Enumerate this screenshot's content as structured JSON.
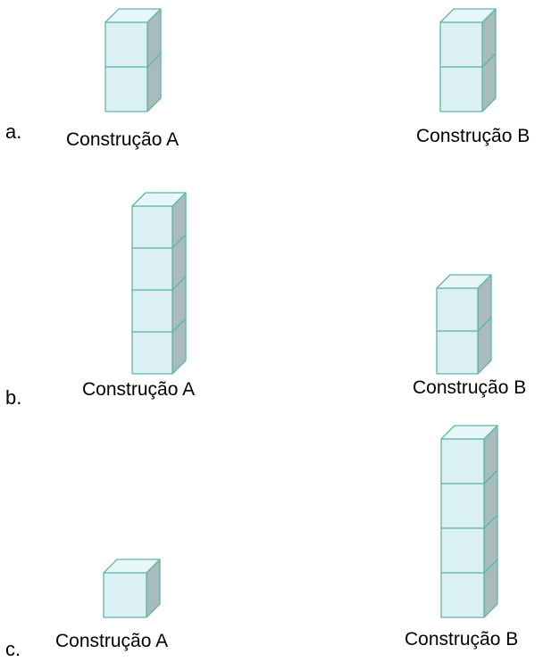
{
  "colors": {
    "cube_front": "#daf0f5",
    "cube_top": "#e6f6f9",
    "cube_side": "#a9bbbd",
    "cube_edge": "#5fb6a6"
  },
  "rows": [
    {
      "letter": "a.",
      "constructions": [
        {
          "label": "Construção A",
          "cubes": 2
        },
        {
          "label": "Construção B",
          "cubes": 2
        }
      ]
    },
    {
      "letter": "b.",
      "constructions": [
        {
          "label": "Construção A",
          "cubes": 4
        },
        {
          "label": "Construção B",
          "cubes": 2
        }
      ]
    },
    {
      "letter": "c.",
      "constructions": [
        {
          "label": "Construção A",
          "cubes": 1
        },
        {
          "label": "Construção B",
          "cubes": 4
        }
      ]
    }
  ]
}
